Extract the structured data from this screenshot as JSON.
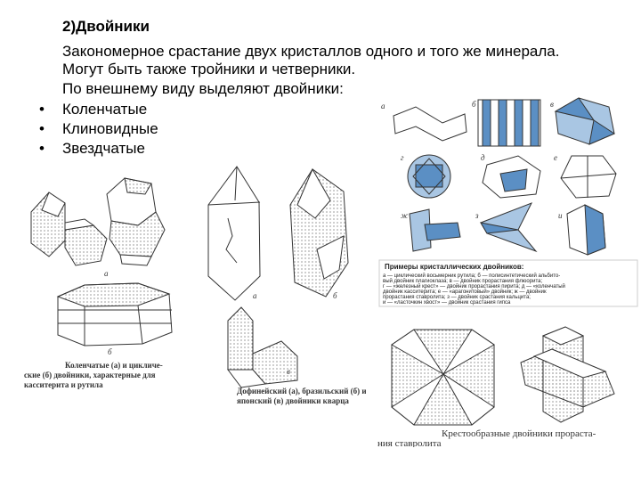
{
  "heading": "2)Двойники",
  "definition": "Закономерное срастание двух кристаллов одного и того же минерала. Могут быть также тройники и четверники.",
  "intro": "По внешнему виду выделяют двойники:",
  "bullets": [
    "Коленчатые",
    "Клиновидные",
    "Звездчатые"
  ],
  "fig1": {
    "caption_lines": [
      "Коленчатые (а) и цикличе-",
      "ские (б) двойники, характерные для",
      "касситерита и рутила"
    ],
    "labels": [
      "а",
      "б"
    ]
  },
  "fig2": {
    "caption_lines": [
      "Дофинейский (а), бразильский (б) и",
      "японский (в) двойники кварца"
    ],
    "labels": [
      "а",
      "б",
      "в"
    ]
  },
  "fig3": {
    "table_title": "Примеры кристаллических двойников:",
    "table_lines": [
      "а — циклический восьмерник рутила; б — полисинтетический альбито-",
      "вый двойник плагиоклаза; в — двойник прорастания флюорита;",
      "г — «железный крест» — двойник прорастания пирита; д — «коленчатый",
      "двойник касситерита; е — «арагонитовый» двойник; ж — двойник",
      "прорастания ставролита; з — двойник срастания кальцита;",
      "и — «ласточкин хвост» — двойник срастания гипса"
    ],
    "labels": [
      "а",
      "б",
      "в",
      "г",
      "д",
      "е",
      "ж",
      "з",
      "и"
    ]
  },
  "fig4": {
    "caption_lines": [
      "Крестообразные двойники прораста-",
      "ния ставролита"
    ]
  },
  "colors": {
    "twin_blue": "#5b8fc4",
    "twin_blue_light": "#a9c6e3",
    "line": "#333333"
  }
}
